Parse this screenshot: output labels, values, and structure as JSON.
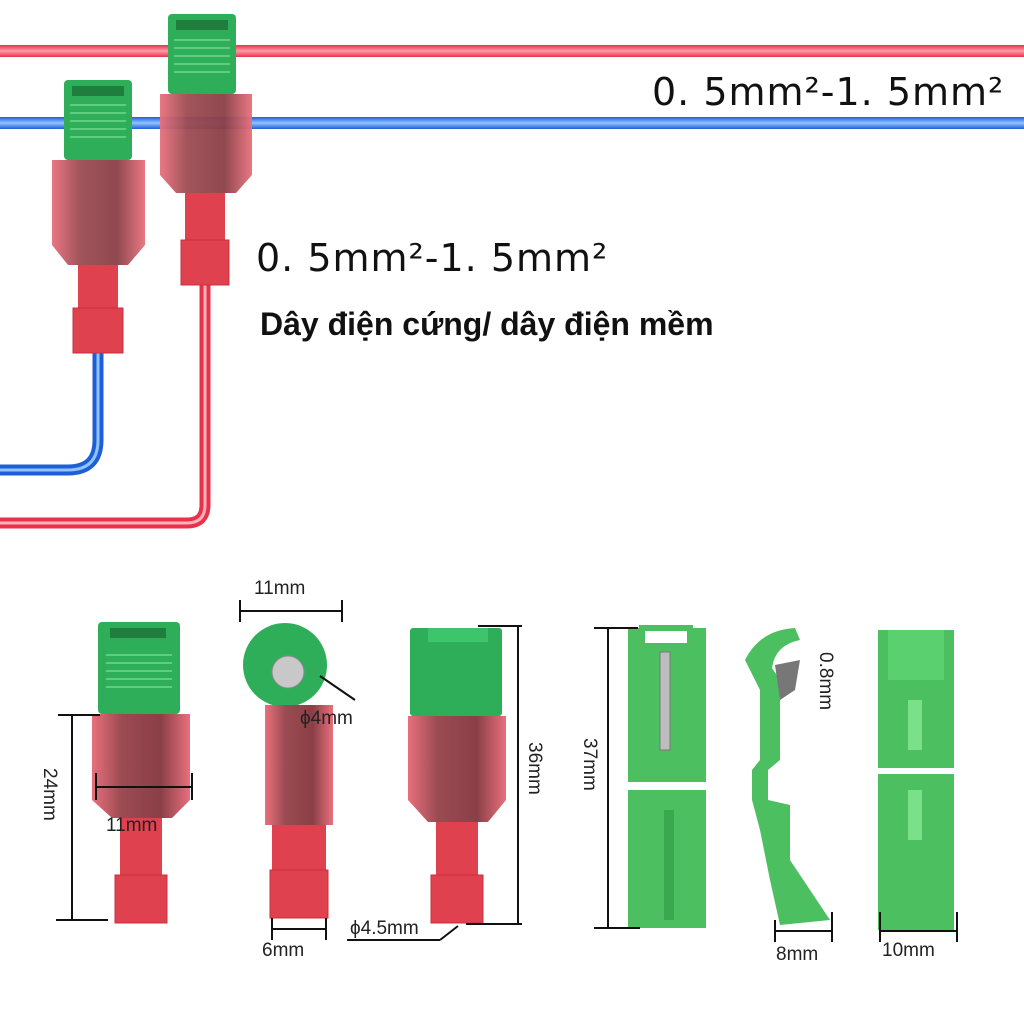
{
  "top_section": {
    "main_wire_spec": "0. 5mm²-1. 5mm²",
    "branch_wire_spec": "0. 5mm²-1. 5mm²",
    "wire_type": "Dây điện cứng/ dây điện mềm"
  },
  "dimensions": {
    "front_height": "24mm",
    "front_width": "11mm",
    "side_width": "11mm",
    "hole_diameter": "ϕ4mm",
    "tab_width": "6mm",
    "total_height": "36mm",
    "terminal_diameter": "ϕ4.5mm",
    "clip_height": "37mm",
    "blade_thickness": "0.8mm",
    "clip_side_width": "8mm",
    "clip_width": "10mm"
  },
  "colors": {
    "red_wire": "#e8324a",
    "blue_wire": "#1f5fd6",
    "green_clip": "#2fae5a",
    "red_terminal": "#e0414f"
  }
}
